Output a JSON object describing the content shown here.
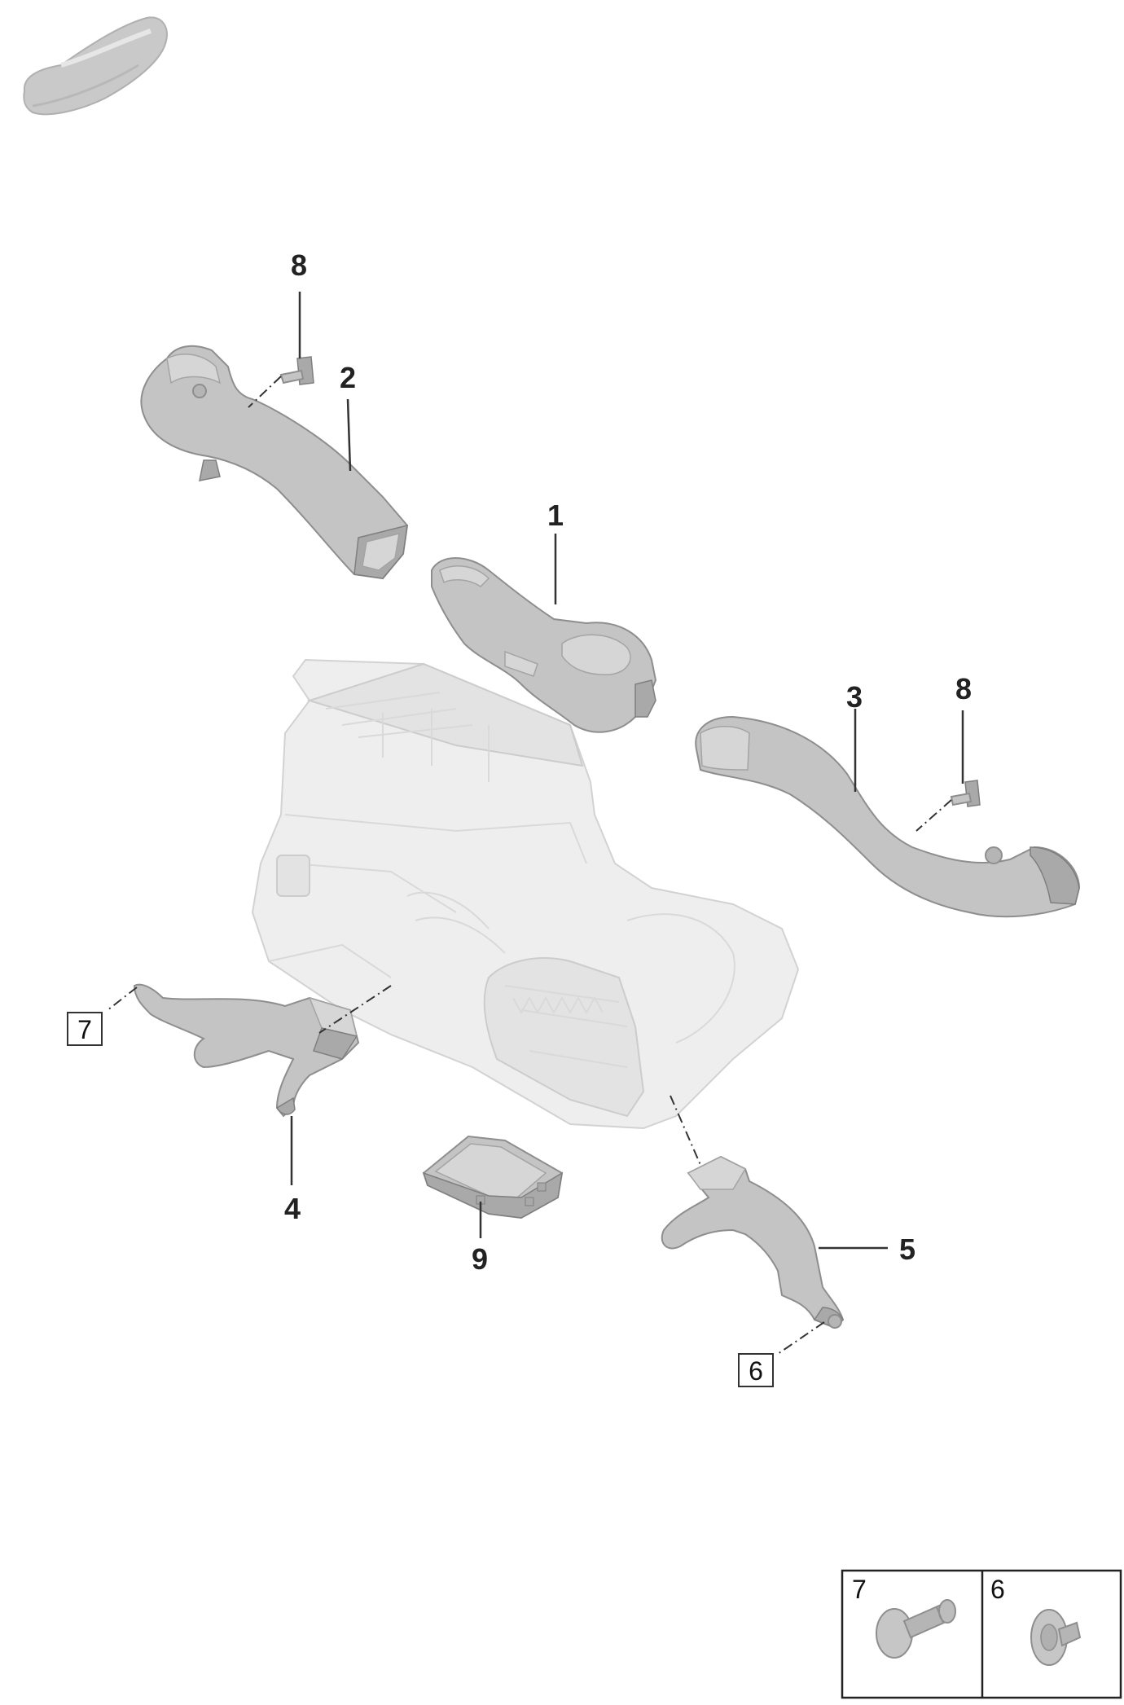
{
  "callouts": {
    "p1": "1",
    "p2": "2",
    "p3": "3",
    "p4": "4",
    "p5": "5",
    "p8a": "8",
    "p8b": "8",
    "p9": "9"
  },
  "boxed_refs": {
    "ref6": "6",
    "ref7": "7"
  },
  "detail_table": {
    "cell7": "7",
    "cell6": "6"
  }
}
